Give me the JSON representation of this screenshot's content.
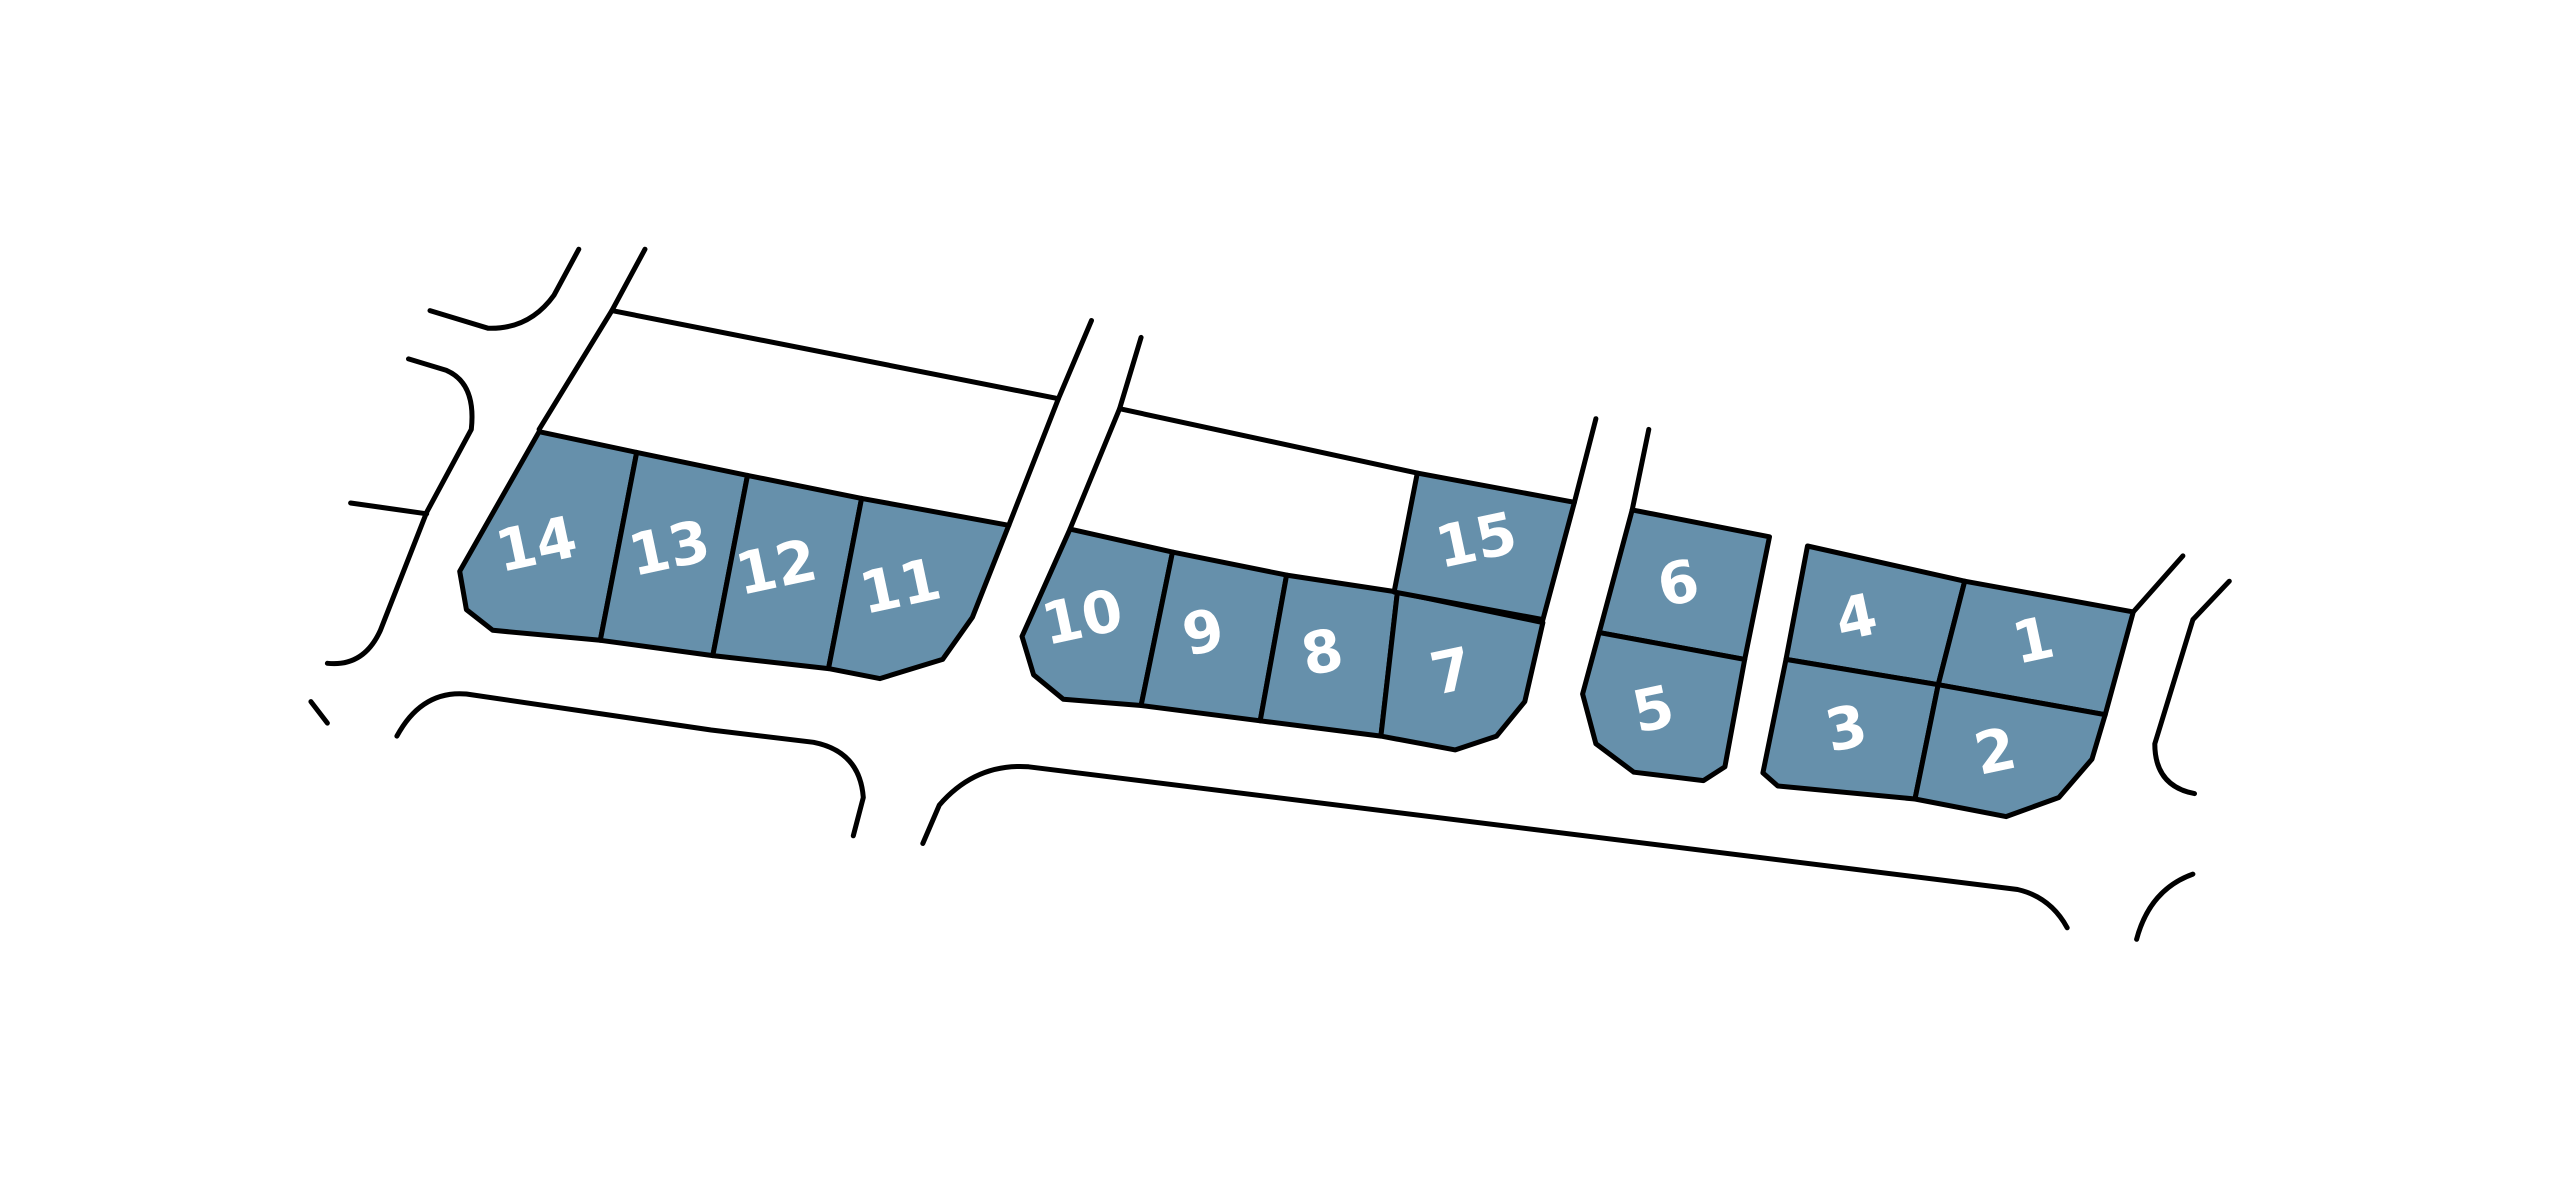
{
  "map": {
    "colors": {
      "lot_fill": "#6690ab",
      "outline": "#000000",
      "background": "#ffffff"
    },
    "lots": [
      {
        "id": "14",
        "label": "14"
      },
      {
        "id": "13",
        "label": "13"
      },
      {
        "id": "12",
        "label": "12"
      },
      {
        "id": "11",
        "label": "11"
      },
      {
        "id": "10",
        "label": "10"
      },
      {
        "id": "9",
        "label": "9"
      },
      {
        "id": "8",
        "label": "8"
      },
      {
        "id": "7",
        "label": "7"
      },
      {
        "id": "15",
        "label": "15"
      },
      {
        "id": "6",
        "label": "6"
      },
      {
        "id": "5",
        "label": "5"
      },
      {
        "id": "4",
        "label": "4"
      },
      {
        "id": "1",
        "label": "1"
      },
      {
        "id": "3",
        "label": "3"
      },
      {
        "id": "2",
        "label": "2"
      }
    ]
  }
}
